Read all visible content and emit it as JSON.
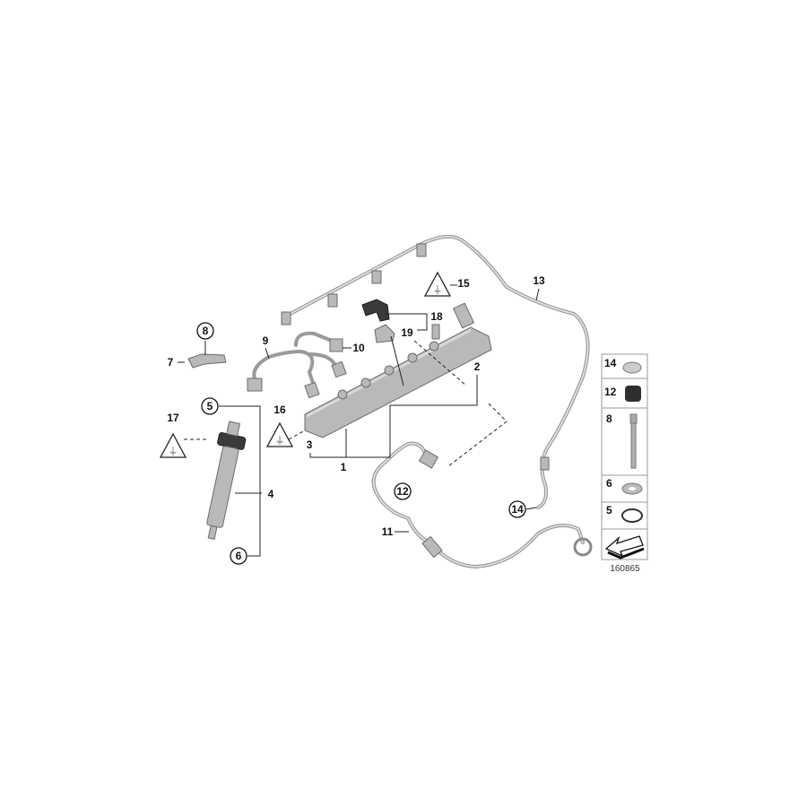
{
  "diagram": {
    "callouts": {
      "c1": "1",
      "c2": "2",
      "c3": "3",
      "c4": "4",
      "c5": "5",
      "c6": "6",
      "c7": "7",
      "c8": "8",
      "c9": "9",
      "c10": "10",
      "c11": "11",
      "c12": "12",
      "c13": "13",
      "c14": "14",
      "c15": "15",
      "c16": "16",
      "c17": "17",
      "c18": "18",
      "c19": "19"
    },
    "legend": {
      "items": [
        "14",
        "12",
        "8",
        "6",
        "5"
      ]
    },
    "icons": {
      "warning": "electrical-plug-warning-triangle",
      "arrow": "direction-arrow-icon"
    },
    "caption": "160865"
  }
}
